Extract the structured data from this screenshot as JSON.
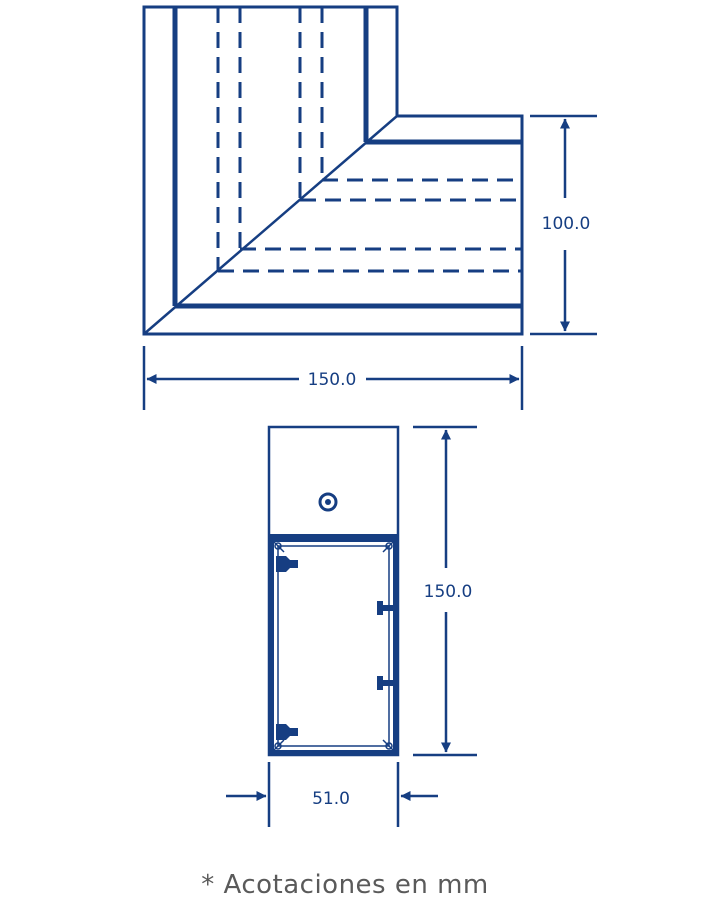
{
  "colors": {
    "line": "#163e82",
    "note": "#5a5a5a",
    "background": "#ffffff"
  },
  "top_view": {
    "width_dimension": "150.0",
    "height_dimension": "100.0"
  },
  "section_view": {
    "height_dimension": "150.0",
    "width_dimension": "51.0"
  },
  "footnote": "* Acotaciones en mm"
}
